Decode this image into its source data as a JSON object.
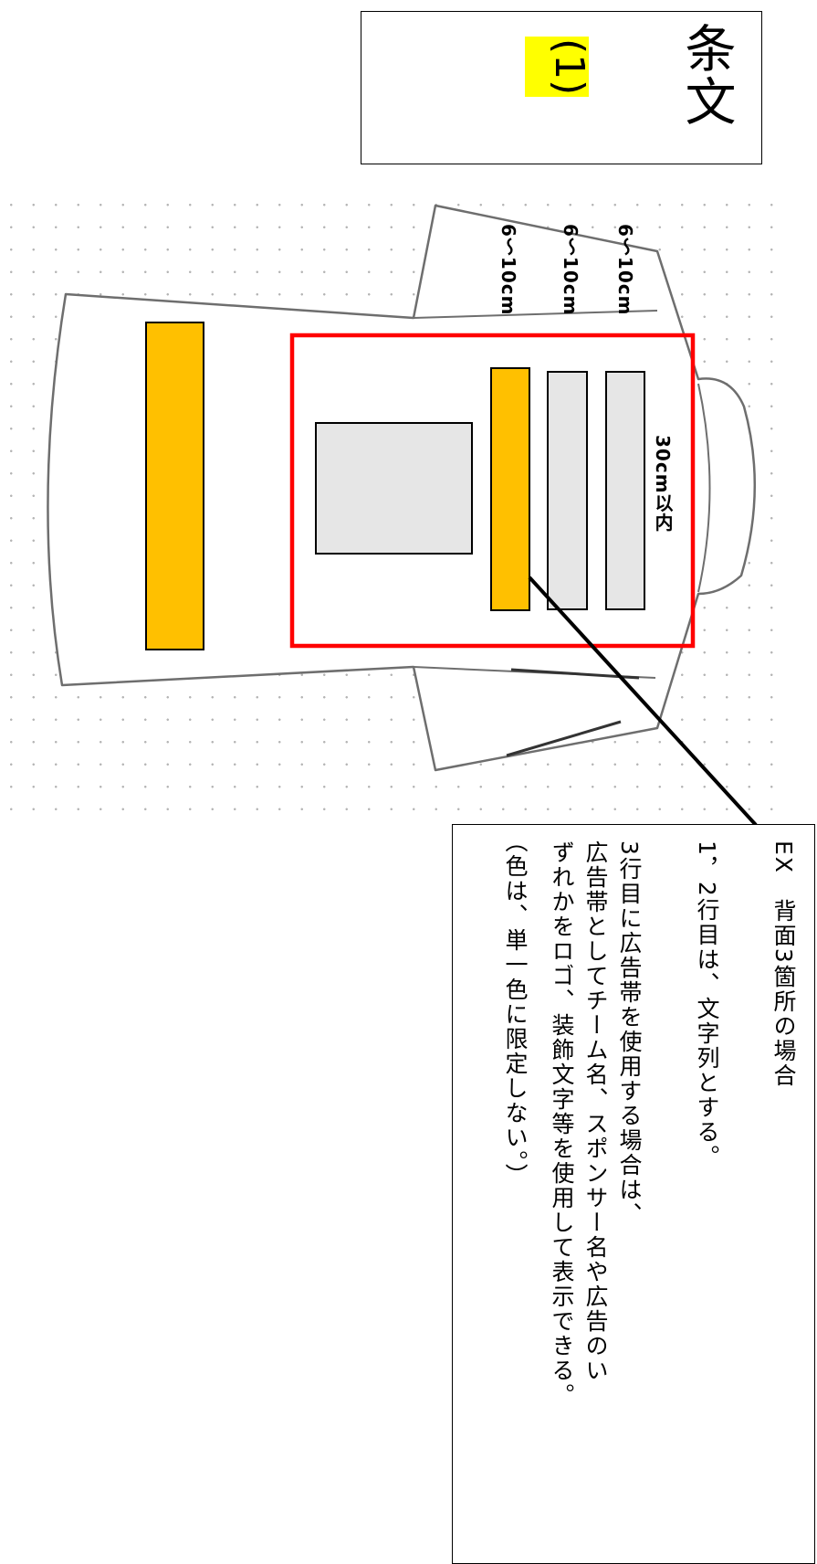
{
  "title": {
    "main": "条文",
    "number": "(1)"
  },
  "dimensions": {
    "row1": "6～10cm",
    "row2": "6～10cm",
    "row3": "6～10cm",
    "width": "30cm以内"
  },
  "note": {
    "heading": "EX　背面3箇所の場合",
    "line1": "1，2行目は、文字列とする。",
    "line2": "3行目に広告帯を使用する場合は、",
    "line3": "広告帯としてチーム名、スポンサー名や広告のい",
    "line4": "ずれかをロゴ、装飾文字等を使用して表示できる。",
    "line5": "（色は、単一色に限定しない。）"
  },
  "colors": {
    "ad_band": "#ffc000",
    "text_block": "#e6e6e6",
    "frame": "#ff0000",
    "highlight": "#ffff00"
  }
}
